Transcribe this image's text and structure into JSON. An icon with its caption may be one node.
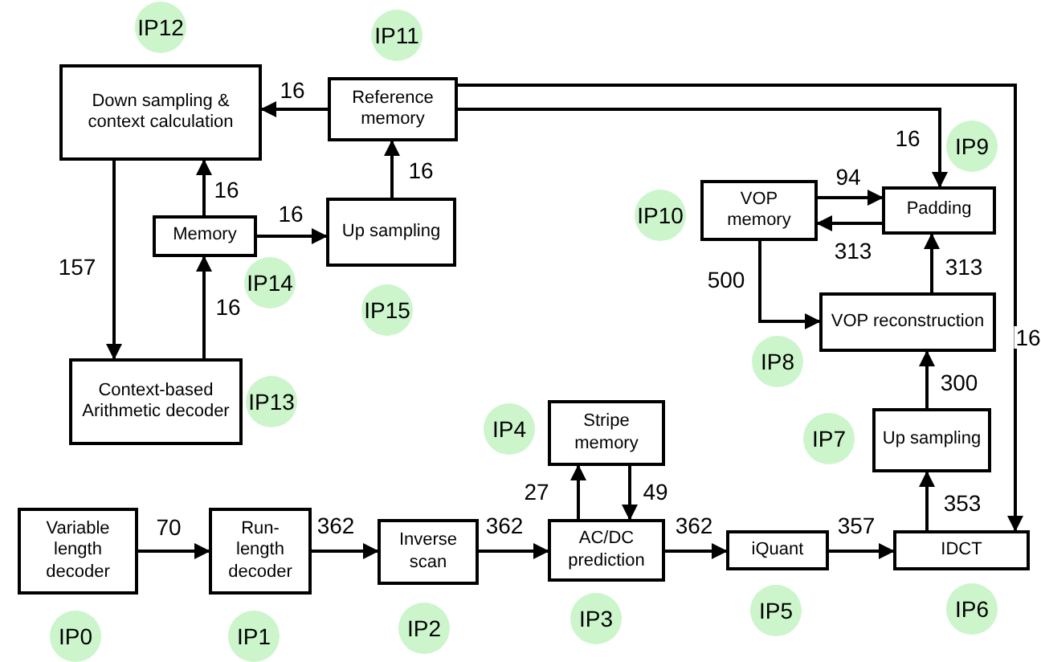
{
  "diagram": {
    "nodes": [
      {
        "text": [
          "Down sampling & context calculation"
        ]
      },
      {
        "text": [
          "Reference memory"
        ]
      },
      {
        "text": [
          "Memory"
        ]
      },
      {
        "text": [
          "Up sampling"
        ]
      },
      {
        "text": [
          "Context-based Arithmetic decoder"
        ]
      },
      {
        "text": [
          "VOP memory"
        ]
      },
      {
        "text": [
          "Padding"
        ]
      },
      {
        "text": [
          "VOP reconstruction"
        ]
      },
      {
        "text": [
          "Stripe memory"
        ]
      },
      {
        "text": [
          "Up sampling"
        ]
      },
      {
        "text": [
          "Variable length decoder"
        ]
      },
      {
        "text": [
          "Run-length decoder"
        ]
      },
      {
        "text": [
          "Inverse scan"
        ]
      },
      {
        "text": [
          "AC/DC prediction"
        ]
      },
      {
        "text": [
          "iQuant"
        ]
      },
      {
        "text": [
          "IDCT"
        ]
      },
      {
        "text": [
          "IP12"
        ]
      },
      {
        "text": [
          "IP11"
        ]
      },
      {
        "text": [
          "IP9"
        ]
      },
      {
        "text": [
          "IP10"
        ]
      },
      {
        "text": [
          "IP14"
        ]
      },
      {
        "text": [
          "IP15"
        ]
      },
      {
        "text": [
          "IP8"
        ]
      },
      {
        "text": [
          "IP13"
        ]
      },
      {
        "text": [
          "IP4"
        ]
      },
      {
        "text": [
          "IP7"
        ]
      },
      {
        "text": [
          "IP5"
        ]
      },
      {
        "text": [
          "IP6"
        ]
      },
      {
        "text": [
          "IP3"
        ]
      },
      {
        "text": [
          "IP2"
        ]
      },
      {
        "text": [
          "IP0"
        ]
      },
      {
        "text": [
          "IP1"
        ]
      }
    ],
    "edges": [
      {
        "from": 1,
        "to": 0,
        "arrow": "to",
        "label": "16"
      },
      {
        "from": 3,
        "to": 1,
        "arrow": "to",
        "label": "16"
      },
      {
        "from": 2,
        "to": 0,
        "arrow": "to",
        "label": "16"
      },
      {
        "from": 2,
        "to": 3,
        "arrow": "to",
        "label": "16"
      },
      {
        "from": 0,
        "to": 4,
        "arrow": "to",
        "label": "157"
      },
      {
        "from": 4,
        "to": 2,
        "arrow": "to",
        "label": "16"
      },
      {
        "from": 1,
        "to": 6,
        "arrow": "to",
        "label": "16"
      },
      {
        "from": 1,
        "to": 15,
        "arrow": "to",
        "label": "16"
      },
      {
        "from": 5,
        "to": 6,
        "arrow": "to",
        "label": "94"
      },
      {
        "from": 6,
        "to": 5,
        "arrow": "to",
        "label": "313"
      },
      {
        "from": 5,
        "to": 7,
        "arrow": "to",
        "label": "500"
      },
      {
        "from": 7,
        "to": 6,
        "arrow": "to",
        "label": "313"
      },
      {
        "from": 9,
        "to": 7,
        "arrow": "to",
        "label": "300"
      },
      {
        "from": 15,
        "to": 9,
        "arrow": "to",
        "label": "353"
      },
      {
        "from": 10,
        "to": 11,
        "arrow": "to",
        "label": "70"
      },
      {
        "from": 11,
        "to": 12,
        "arrow": "to",
        "label": "362"
      },
      {
        "from": 12,
        "to": 13,
        "arrow": "to",
        "label": "362"
      },
      {
        "from": 13,
        "to": 8,
        "arrow": "to",
        "label": "27"
      },
      {
        "from": 8,
        "to": 13,
        "arrow": "to",
        "label": "49"
      },
      {
        "from": 13,
        "to": 14,
        "arrow": "to",
        "label": "362"
      },
      {
        "from": 14,
        "to": 15,
        "arrow": "to",
        "label": "357"
      }
    ]
  }
}
